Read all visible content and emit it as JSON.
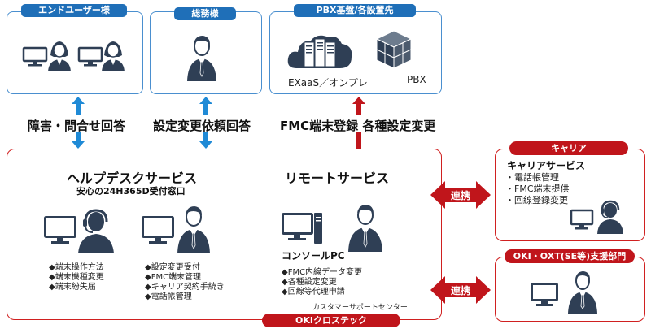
{
  "top_boxes": {
    "end_user": {
      "label": "エンドユーザー様"
    },
    "general_affairs": {
      "label": "総務様"
    },
    "pbx_site": {
      "label": "PBX基盤/各設置先",
      "exaas_label": "EXaaS／オンプレ",
      "pbx_label": "PBX"
    }
  },
  "arrows": {
    "end_user_caption": "障害・問合せ回答",
    "general_affairs_caption": "設定変更依頼回答",
    "pbx_caption": "FMC端末登録 各種設定変更"
  },
  "helpdesk": {
    "title": "ヘルプデスクサービス",
    "subtitle": "安心の24H365D受付窓口",
    "list_left": [
      "◆端末操作方法",
      "◆端末機種変更",
      "◆端末紛失届"
    ],
    "list_right": [
      "◆設定変更受付",
      "◆FMC端末管理",
      "◆キャリア契約手続き",
      "◆電話帳管理"
    ]
  },
  "remote": {
    "title": "リモートサービス",
    "console_label": "コンソールPC",
    "list": [
      "◆FMC内線データ変更",
      "◆各種設定変更",
      "◆回線等代理申請"
    ]
  },
  "support_center": "カスタマーサポートセンター",
  "company_tag": "OKIクロステック",
  "link_label_1": "連携",
  "link_label_2": "連携",
  "carrier": {
    "tag": "キャリア",
    "title": "キャリアサービス",
    "items": [
      "・電話帳管理",
      "・FMC端末提供",
      "・回線登録変更"
    ]
  },
  "oki_support": {
    "tag": "OKI・OXT(SE等)支援部門"
  },
  "colors": {
    "blue": "#1f6fb8",
    "red": "#c0151b",
    "dark_icon": "#2f3f55"
  }
}
